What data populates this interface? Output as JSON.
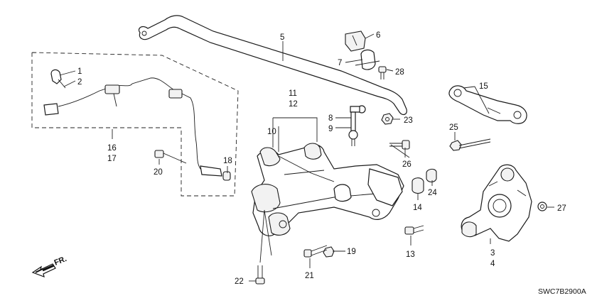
{
  "diagram_code": "SWC7B2900A",
  "direction_marker": {
    "text": "FR.",
    "icon": "front-direction-arrow"
  },
  "callouts": {
    "c1": "1",
    "c2": "2",
    "c3": "3",
    "c4": "4",
    "c5": "5",
    "c6": "6",
    "c7": "7",
    "c8": "8",
    "c9": "9",
    "c10": "10",
    "c11": "11",
    "c12": "12",
    "c13": "13",
    "c14": "14",
    "c15": "15",
    "c16": "16",
    "c17": "17",
    "c18": "18",
    "c19": "19",
    "c20": "20",
    "c21": "21",
    "c22": "22",
    "c23": "23",
    "c24": "24",
    "c25": "25",
    "c26": "26",
    "c27": "27",
    "c28": "28"
  }
}
